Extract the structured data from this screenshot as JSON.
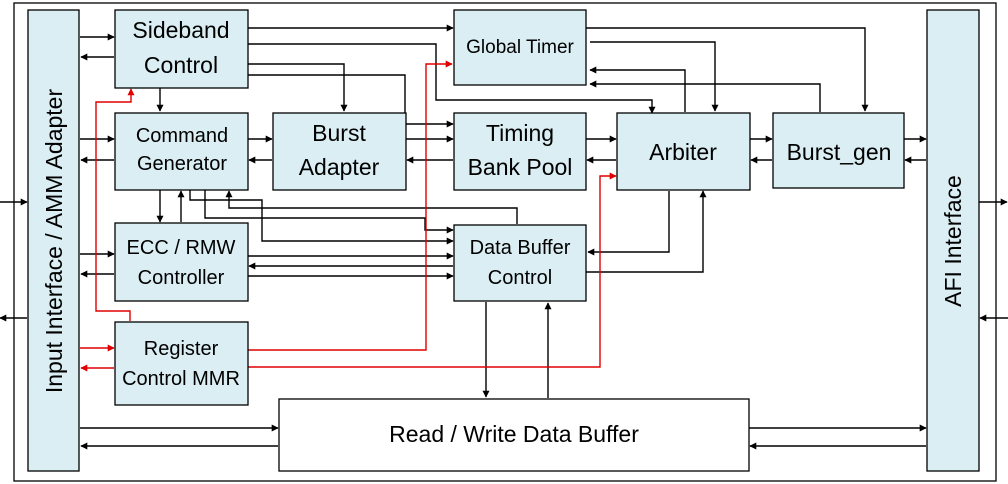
{
  "colors": {
    "block_fill": "#daeef3",
    "line": "#000000",
    "control_path": "#e00000",
    "buffer_fill": "#ffffff"
  },
  "blocks": {
    "input_interface": "Input Interface / AMM Adapter",
    "sideband_line1": "Sideband",
    "sideband_line2": "Control",
    "global_timer": "Global Timer",
    "command_line1": "Command",
    "command_line2": "Generator",
    "burst_adapter_line1": "Burst",
    "burst_adapter_line2": "Adapter",
    "timing_line1": "Timing",
    "timing_line2": "Bank Pool",
    "arbiter": "Arbiter",
    "burst_gen": "Burst_gen",
    "afi_interface": "AFI  Interface",
    "ecc_line1": "ECC / RMW",
    "ecc_line2": "Controller",
    "dbc_line1": "Data Buffer",
    "dbc_line2": "Control",
    "register_line1": "Register",
    "register_line2": "Control MMR",
    "rw_buffer": "Read / Write Data Buffer"
  }
}
